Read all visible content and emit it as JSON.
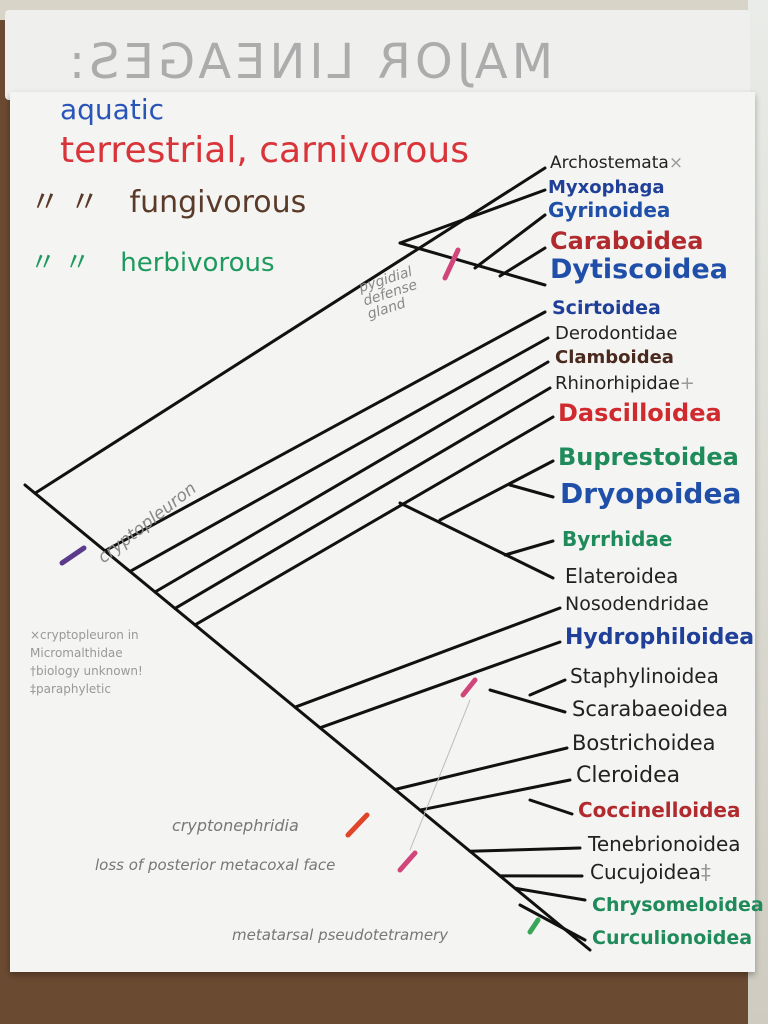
{
  "header": {
    "title": "MAJOR LINEAGES:"
  },
  "legend": [
    {
      "prefix": "",
      "text": "aquatic",
      "color": "#2a55b8"
    },
    {
      "prefix": "",
      "text": "terrestrial, carnivorous",
      "color": "#d8343a"
    },
    {
      "prefix": "〃        〃",
      "text": "fungivorous",
      "color": "#5a3a28"
    },
    {
      "prefix": "〃        〃",
      "text": "herbivorous",
      "color": "#1f9a5e"
    }
  ],
  "taxa": [
    {
      "name": "Archostemata",
      "mark": "×",
      "color": "#222",
      "bold": false
    },
    {
      "name": "Myxophaga",
      "mark": "",
      "color": "#1f3f99",
      "bold": true
    },
    {
      "name": "Gyrinoidea",
      "mark": "",
      "color": "#1f4fa8",
      "bold": true
    },
    {
      "name": "Caraboidea",
      "mark": "",
      "color": "#b02a2e",
      "bold": true
    },
    {
      "name": "Dytiscoidea",
      "mark": "",
      "color": "#1f4fa8",
      "bold": true
    },
    {
      "name": "Scirtoidea",
      "mark": "",
      "color": "#1f3f99",
      "bold": true
    },
    {
      "name": "Derodontidae",
      "mark": "",
      "color": "#222",
      "bold": false
    },
    {
      "name": "Clamboidea",
      "mark": "",
      "color": "#4a2a1e",
      "bold": true
    },
    {
      "name": "Rhinorhipidae",
      "mark": "+",
      "color": "#222",
      "bold": false
    },
    {
      "name": "Dascilloidea",
      "mark": "",
      "color": "#d02a2e",
      "bold": true
    },
    {
      "name": "Buprestoidea",
      "mark": "",
      "color": "#1f8a5a",
      "bold": true
    },
    {
      "name": "Dryopoidea",
      "mark": "",
      "color": "#1f4fa8",
      "bold": true
    },
    {
      "name": "Byrrhidae",
      "mark": "",
      "color": "#1f8a5a",
      "bold": true
    },
    {
      "name": "Elateroidea",
      "mark": "",
      "color": "#222",
      "bold": false
    },
    {
      "name": "Nosodendridae",
      "mark": "",
      "color": "#222",
      "bold": false
    },
    {
      "name": "Hydrophiloidea",
      "mark": "",
      "color": "#1f3f99",
      "bold": true
    },
    {
      "name": "Staphylinoidea",
      "mark": "",
      "color": "#222",
      "bold": false
    },
    {
      "name": "Scarabaeoidea",
      "mark": "",
      "color": "#222",
      "bold": false
    },
    {
      "name": "Bostrichoidea",
      "mark": "",
      "color": "#222",
      "bold": false
    },
    {
      "name": "Cleroidea",
      "mark": "",
      "color": "#222",
      "bold": false
    },
    {
      "name": "Coccinelloidea",
      "mark": "",
      "color": "#b02a2e",
      "bold": true
    },
    {
      "name": "Tenebrionoidea",
      "mark": "",
      "color": "#222",
      "bold": false
    },
    {
      "name": "Cucujoidea",
      "mark": "‡",
      "color": "#222",
      "bold": false
    },
    {
      "name": "Chrysomeloidea",
      "mark": "",
      "color": "#1f8a5a",
      "bold": true
    },
    {
      "name": "Curculionoidea",
      "mark": "",
      "color": "#1f8a5a",
      "bold": true
    }
  ],
  "annotations": {
    "pygidial": "pygidial defense gland",
    "cryptopleuron": "cryptopleuron",
    "cryptonephridia": "cryptonephridia",
    "metacoxal": "loss of posterior metacoxal face",
    "pseudotetramery": "metatarsal pseudotetramery"
  },
  "footnotes": [
    "×cryptopleuron in Micromalthidae",
    "†biology unknown!",
    "‡paraphyletic"
  ],
  "colors": {
    "trait_purple": "#5a3a8a",
    "trait_red": "#e0452a",
    "trait_pink": "#d0457a",
    "trait_green": "#3aa55a"
  }
}
